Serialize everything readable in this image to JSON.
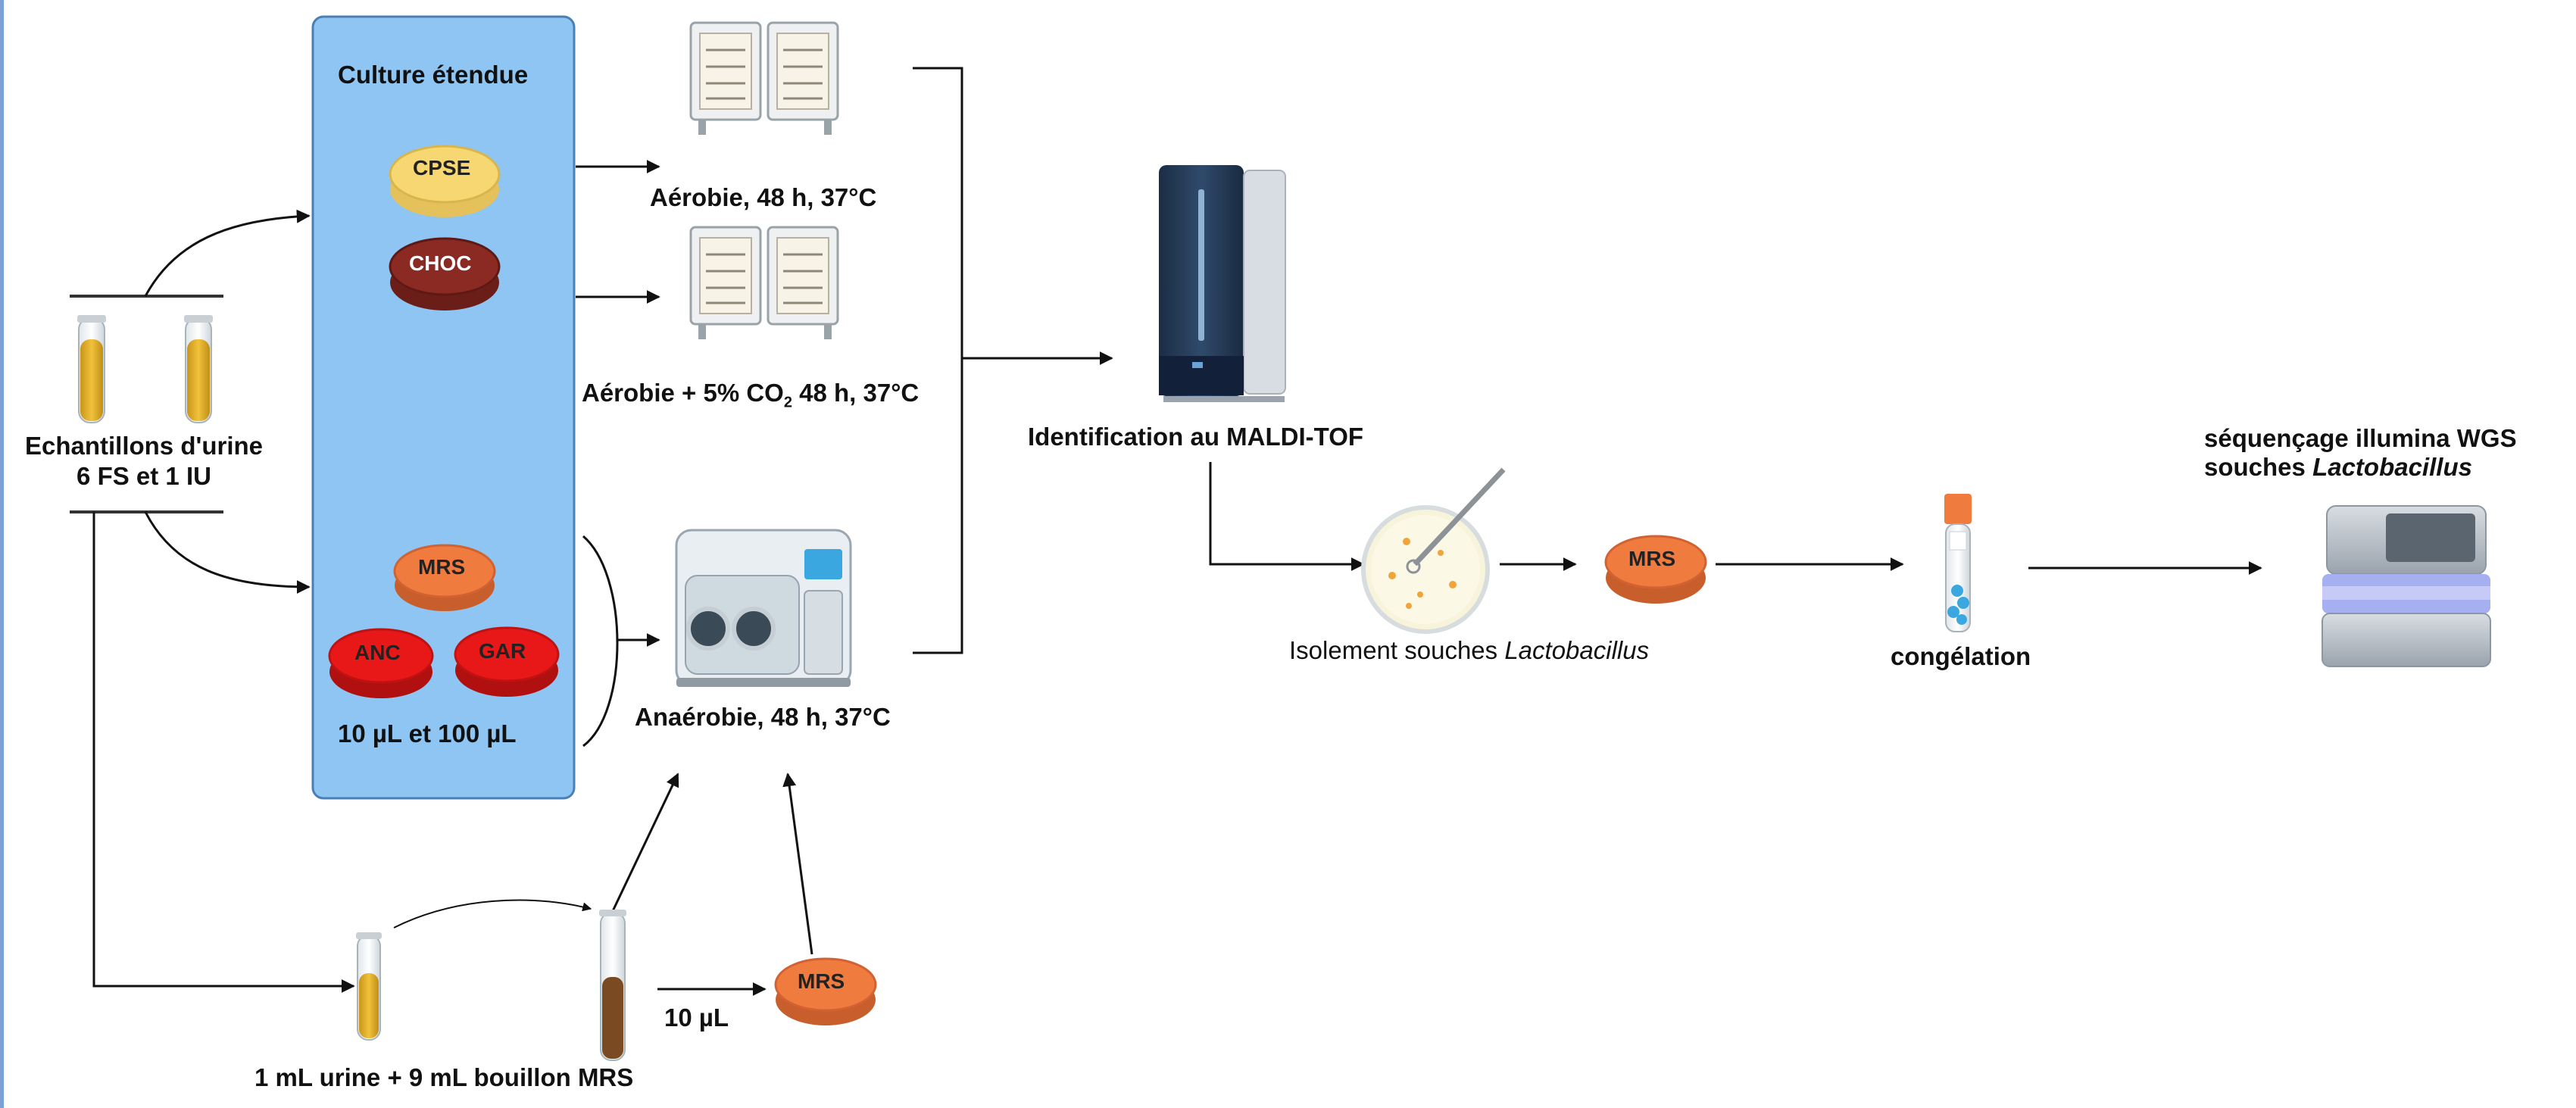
{
  "colors": {
    "culture_panel": "#8ec5f2",
    "culture_panel_border": "#4a7fb5",
    "urine": "#e7b52a",
    "mrs_plate": "#f07b3f",
    "red_plate": "#e81818",
    "choc_plate": "#8a2a23",
    "cpse_plate": "#f6d771",
    "left_edge_bar": "#7aa0d8"
  },
  "icons": [
    "incubator-icon",
    "anaerobic-chamber-icon",
    "maldi-tof-icon",
    "petri-dish-streak-icon",
    "cryotube-icon",
    "sequencer-icon",
    "urine-tube-icon"
  ],
  "sample": {
    "title": "Echantillons d'urine",
    "subtitle": "6 FS et 1 IU"
  },
  "culture_panel": {
    "title": "Culture étendue",
    "plates": {
      "cpse": "CPSE",
      "choc": "CHOC",
      "mrs": "MRS",
      "anc": "ANC",
      "gar": "GAR"
    },
    "volumes": "10 µL et 100 µL"
  },
  "conditions": {
    "aerobic": "Aérobie, 48 h, 37°C",
    "co2_prefix": "Aérobie + 5% CO",
    "co2_sub": "2",
    "co2_suffix": " 48 h, 37°C",
    "anaerobic": "Anaérobie, 48 h, 37°C"
  },
  "broth": {
    "label": "1 mL urine + 9 mL bouillon MRS",
    "volume": "10 µL",
    "plate": "MRS"
  },
  "maldi": {
    "label": "Identification au MALDI-TOF"
  },
  "isolation": {
    "prefix": "Isolement souches ",
    "genus": "Lactobacillus",
    "plate": "MRS"
  },
  "freezing": {
    "label": "congélation"
  },
  "sequencing": {
    "line1": "séquençage illumina WGS",
    "line2_prefix": "souches ",
    "line2_genus": "Lactobacillus"
  }
}
